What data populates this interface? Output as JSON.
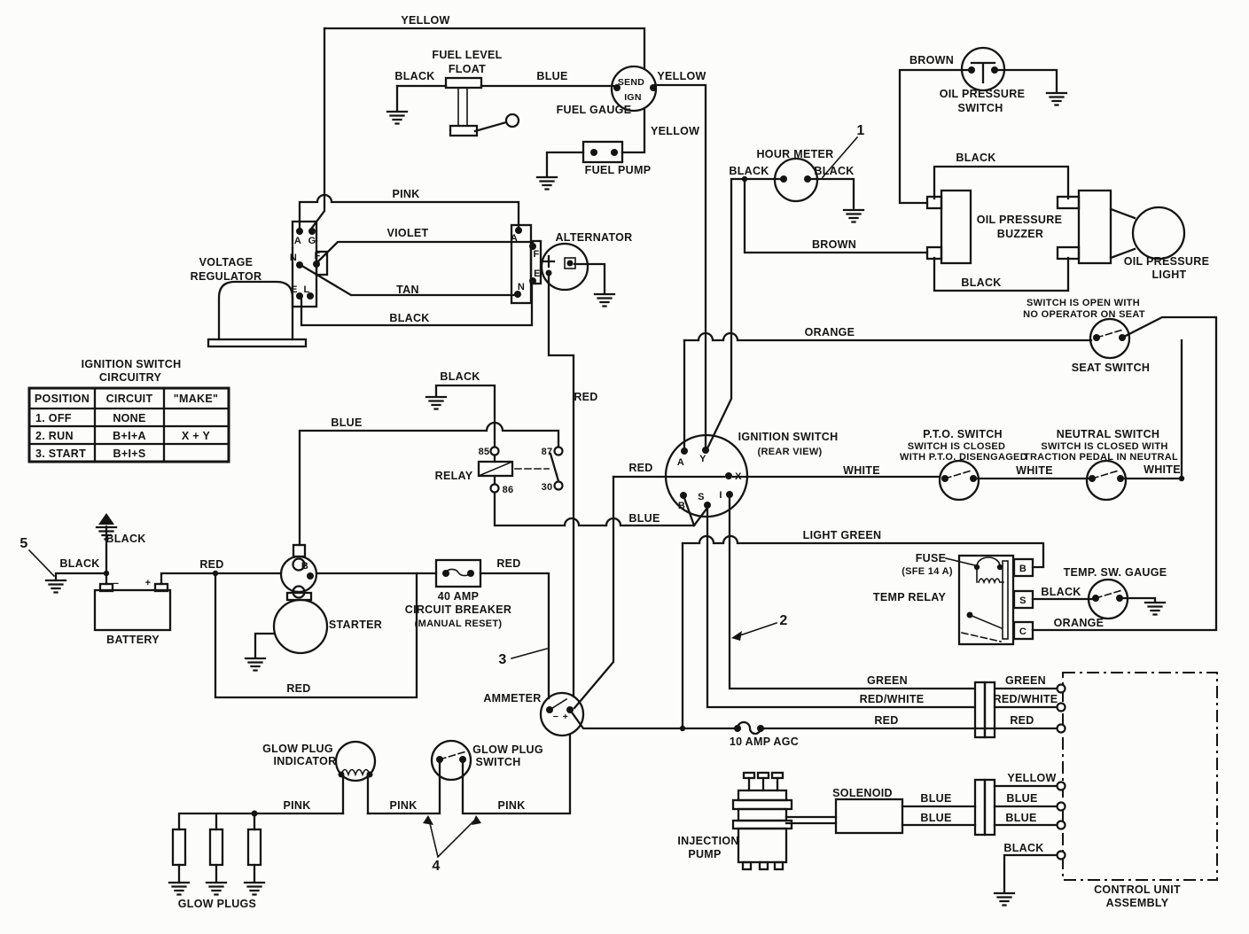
{
  "diagram_type": "electrical-wiring-schematic",
  "labels": {
    "yellow": "YELLOW",
    "black": "BLACK",
    "blue": "BLUE",
    "red": "RED",
    "pink": "PINK",
    "brown": "BROWN",
    "orange": "ORANGE",
    "white": "WHITE",
    "violet": "VIOLET",
    "tan": "TAN",
    "light_green": "LIGHT GREEN",
    "green": "GREEN",
    "red_white": "RED/WHITE",
    "fuel_level": "FUEL LEVEL",
    "float": "FLOAT",
    "fuel_gauge": "FUEL GAUGE",
    "send": "SEND",
    "ign": "IGN",
    "fuel_pump": "FUEL PUMP",
    "oil_pressure": "OIL PRESSURE",
    "switch": "SWITCH",
    "buzzer": "BUZZER",
    "light": "LIGHT",
    "hour_meter": "HOUR METER",
    "voltage": "VOLTAGE",
    "regulator": "REGULATOR",
    "alternator": "ALTERNATOR",
    "relay": "RELAY",
    "ignition_switch": "IGNITION SWITCH",
    "rear_view": "(REAR VIEW)",
    "seat_note1": "SWITCH IS OPEN WITH",
    "seat_note2": "NO OPERATOR ON SEAT",
    "seat_switch": "SEAT SWITCH",
    "pto_switch": "P.T.O. SWITCH",
    "pto_note1": "SWITCH IS CLOSED",
    "pto_note2": "WITH P.T.O. DISENGAGED",
    "neutral_switch": "NEUTRAL SWITCH",
    "neutral_note1": "SWITCH IS CLOSED WITH",
    "neutral_note2": "TRACTION PEDAL IN NEUTRAL",
    "fuse": "FUSE",
    "fuse_rating": "(SFE 14 A)",
    "temp_relay": "TEMP RELAY",
    "temp_sw_gauge": "TEMP. SW. GAUGE",
    "battery": "BATTERY",
    "starter": "STARTER",
    "amp40": "40 AMP",
    "circuit_breaker": "CIRCUIT BREAKER",
    "manual_reset": "(MANUAL RESET)",
    "ammeter": "AMMETER",
    "glow_plug": "GLOW PLUG",
    "indicator": "INDICATOR",
    "glow_plugs": "GLOW PLUGS",
    "amp_agc": "10 AMP AGC",
    "injection": "INJECTION",
    "pump": "PUMP",
    "solenoid": "SOLENOID",
    "control_unit": "CONTROL UNIT",
    "assembly": "ASSEMBLY",
    "minus": "−",
    "plus": "+",
    "pin_a": "A",
    "pin_g": "G",
    "pin_n": "N",
    "pin_f": "F",
    "pin_e": "E",
    "pin_l": "L",
    "pin_y": "Y",
    "pin_x": "X",
    "pin_b": "B",
    "pin_s": "S",
    "pin_i": "I",
    "pin_c": "C",
    "t85": "85",
    "t87": "87",
    "t86": "86",
    "t30": "30"
  },
  "callouts": {
    "c1": "1",
    "c2": "2",
    "c3": "3",
    "c4": "4",
    "c5": "5"
  },
  "table": {
    "title1": "IGNITION SWITCH",
    "title2": "CIRCUITRY",
    "headers": [
      "POSITION",
      "CIRCUIT",
      "\"MAKE\""
    ],
    "rows": [
      {
        "position": "1. OFF",
        "circuit": "NONE",
        "make": ""
      },
      {
        "position": "2. RUN",
        "circuit": "B+I+A",
        "make": "X + Y"
      },
      {
        "position": "3. START",
        "circuit": "B+I+S",
        "make": ""
      }
    ]
  },
  "colors": {
    "line": "#141414",
    "background": "#fcfcfb"
  }
}
